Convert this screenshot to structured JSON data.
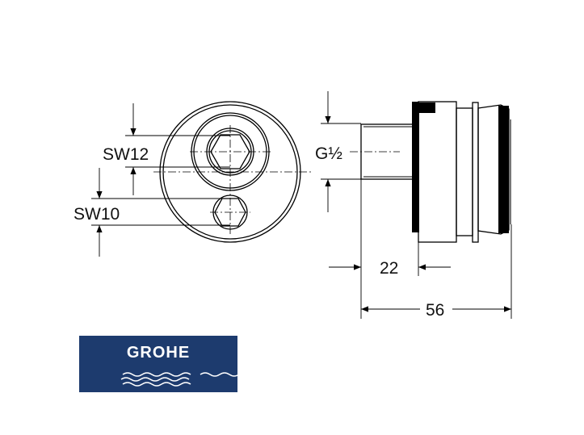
{
  "labels": {
    "sw12": "SW12",
    "sw10": "SW10",
    "g": "G½",
    "dim22": "22",
    "dim56": "56"
  },
  "logo": {
    "text": "GROHE",
    "color": "#1d3b6e"
  }
}
